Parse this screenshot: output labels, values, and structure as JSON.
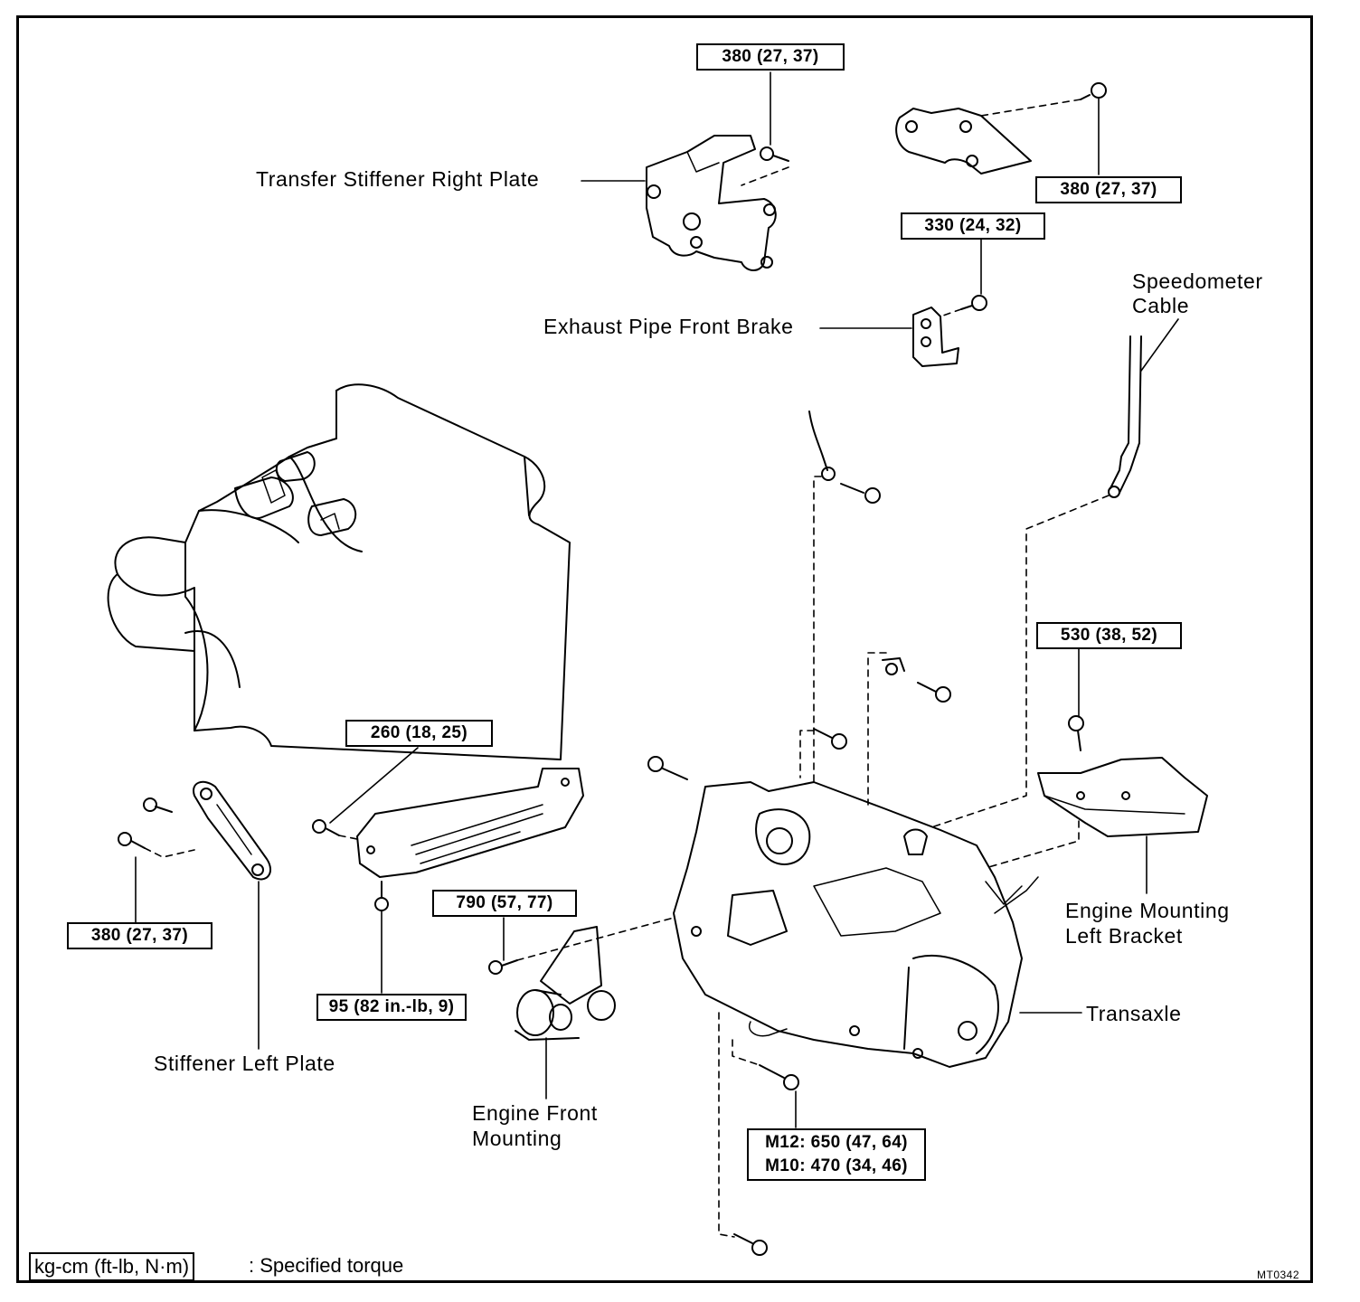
{
  "labels": {
    "transfer_stiffener_right_plate": "Transfer Stiffener Right Plate",
    "exhaust_pipe_front_brake": "Exhaust Pipe Front Brake",
    "speedometer_cable_1": "Speedometer",
    "speedometer_cable_2": "Cable",
    "engine_mounting_left_bracket_1": "Engine Mounting",
    "engine_mounting_left_bracket_2": "Left Bracket",
    "transaxle": "Transaxle",
    "stiffener_left_plate": "Stiffener Left Plate",
    "engine_front_mounting_1": "Engine Front",
    "engine_front_mounting_2": "Mounting"
  },
  "torque_specs": {
    "top_right_plate": "380 (27, 37)",
    "top_right_bracket": "380 (27, 37)",
    "exhaust_pipe_brake": "330 (24, 32)",
    "left_bracket": "530 (38, 52)",
    "stiffener_plate": "260 (18, 25)",
    "front_mounting": "790 (57, 77)",
    "left_plate_bolt": "380 (27, 37)",
    "small_bolt": "95 (82 in.-lb, 9)",
    "transaxle_m12": "M12: 650 (47, 64)",
    "transaxle_m10": "M10: 470 (34, 46)"
  },
  "legend": {
    "units": "kg-cm (ft-lb, N·m)",
    "description": ": Specified torque"
  },
  "figure_code": "MT0342"
}
